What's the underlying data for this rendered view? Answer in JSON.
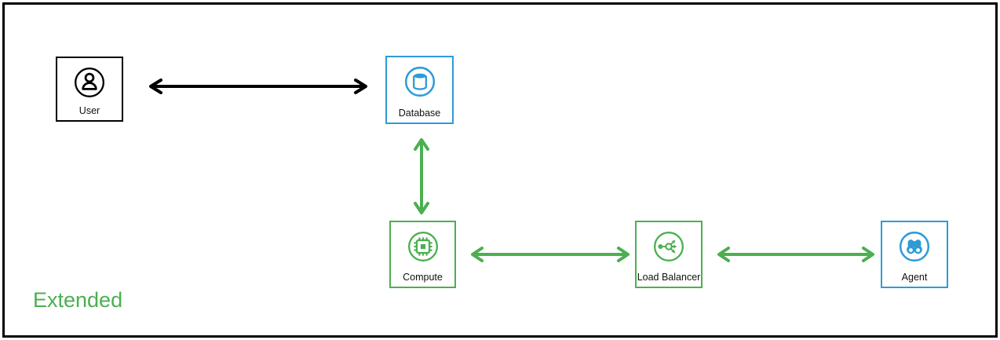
{
  "diagram": {
    "annotation": "Extended",
    "colors": {
      "black": "#000000",
      "blue": "#2E9BD8",
      "green": "#4CAF50",
      "label": "#111111",
      "background": "#ffffff"
    },
    "nodes": {
      "user": {
        "label": "User",
        "icon": "person-icon",
        "accent": "black"
      },
      "database": {
        "label": "Database",
        "icon": "database-icon",
        "accent": "blue"
      },
      "compute": {
        "label": "Compute",
        "icon": "chip-icon",
        "accent": "green"
      },
      "load_balancer": {
        "label": "Load Balancer",
        "icon": "load-balancer-icon",
        "accent": "green"
      },
      "agent": {
        "label": "Agent",
        "icon": "binoculars-icon",
        "accent": "blue"
      }
    },
    "edges": [
      {
        "from": "User",
        "to": "Database",
        "style": "double-arrow",
        "color": "black"
      },
      {
        "from": "Database",
        "to": "Compute",
        "style": "double-arrow",
        "color": "green"
      },
      {
        "from": "Compute",
        "to": "Load Balancer",
        "style": "double-arrow",
        "color": "green"
      },
      {
        "from": "Load Balancer",
        "to": "Agent",
        "style": "double-arrow",
        "color": "green"
      }
    ]
  }
}
